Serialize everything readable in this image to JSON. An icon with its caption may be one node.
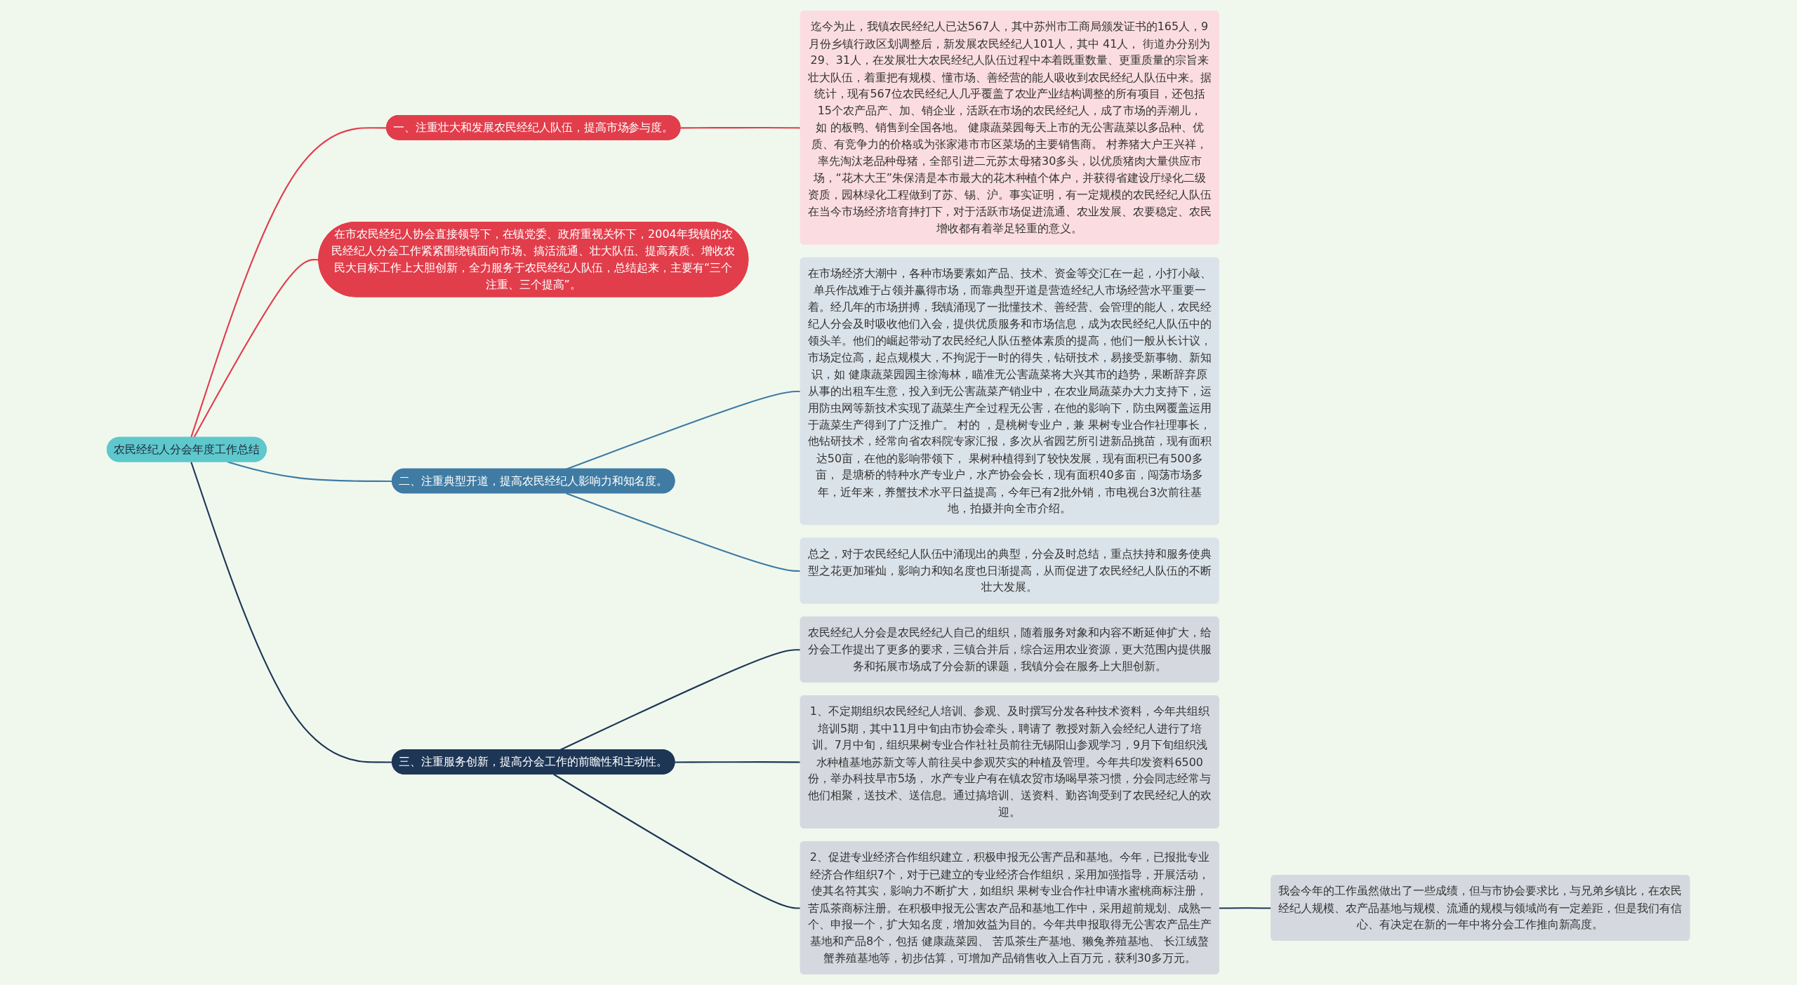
{
  "diagram": {
    "nodes": [
      {
        "text": [
          "农民经纪人分会年度工作总结"
        ]
      },
      {
        "text": [
          "一、注重壮大和发展农民经纪人队伍，提高市场参与度。"
        ]
      },
      {
        "text": [
          "迄今为止，我镇农民经纪人已达567人，其中苏州市工商局颁发证书的165人，9月份乡镇行政区划调整后，新发展农民经纪人101人，其中 41人， 街道办分别为29、31人，在发展壮大农民经纪人队伍过程中本着既重数量、更重质量的宗旨来壮大队伍，着重把有规模、懂市场、善经营的能人吸收到农民经纪人队伍中来。据统计，现有567位农民经纪人几乎覆盖了农业产业结构调整的所有项目，还包括15个农产品产、加、销企业，活跃在市场的农民经纪人，成了市场的弄潮儿，如 的板鸭、销售到全国各地。 健康蔬菜园每天上市的无公害蔬菜以多品种、优质、有竞争力的价格或为张家港市市区菜场的主要销售商。 村养猪大户王兴祥，率先淘汰老品种母猪，全部引进二元苏太母猪30多头，以优质猪肉大量供应市场，“花木大王”朱保清是本市最大的花木种植个体户，并获得省建设厅绿化二级资质，园林绿化工程做到了苏、锡、沪。事实证明，有一定规模的农民经纪人队伍在当今市场经济培育摔打下，对于活跃市场促进流通、农业发展、农要稳定、农民增收都有着举足轻重的意义。"
        ]
      },
      {
        "text": [
          "在市农民经纪人协会直接领导下，在镇党委、政府重视关怀下，2004年我镇的农民经纪人分会工作紧紧围绕镇面向市场、搞活流通、壮大队伍、提高素质、增收农民大目标工作上大胆创新，全力服务于农民经纪人队伍，总结起来，主要有“三个注重、三个提高”。"
        ]
      },
      {
        "text": [
          "二、注重典型开道，提高农民经纪人影响力和知名度。"
        ]
      },
      {
        "text": [
          "在市场经济大潮中，各种市场要素如产品、技术、资金等交汇在一起，小打小敲、单兵作战难于占领并赢得市场，而靠典型开道是营造经纪人市场经营水平重要一着。经几年的市场拼搏，我镇涌现了一批懂技术、善经营、会管理的能人，农民经纪人分会及时吸收他们入会，提供优质服务和市场信息，成为农民经纪人队伍中的领头羊。他们的崛起带动了农民经纪人队伍整体素质的提高，他们一般从长计议，市场定位高，起点规模大，不拘泥于一时的得失，钻研技术，易接受新事物、新知识，如 健康蔬菜园园主徐海林，瞄准无公害蔬菜将大兴其市的趋势，果断辞弃原从事的出租车生意，投入到无公害蔬菜产销业中，在农业局蔬菜办大力支持下，运用防虫网等新技术实现了蔬菜生产全过程无公害，在他的影响下，防虫网覆盖运用于蔬菜生产得到了广泛推广。 村的 ，是桃树专业户，兼 果树专业合作社理事长，他钻研技术，经常向省农科院专家汇报，多次从省园艺所引进新品挑苗，现有面积达50亩，在他的影响带领下， 果树种植得到了较快发展，现有面积已有500多亩， 是塘桥的特种水产专业户，水产协会会长，现有面积40多亩，闯荡市场多年，近年来，养蟹技术水平日益提高，今年已有2批外销，市电视台3次前往基地，拍摄并向全市介绍。"
        ]
      },
      {
        "text": [
          "总之，对于农民经纪人队伍中涌现出的典型，分会及时总结，重点扶持和服务使典型之花更加璀灿，影响力和知名度也日渐提高，从而促进了农民经纪人队伍的不断壮大发展。"
        ]
      },
      {
        "text": [
          "三、注重服务创新，提高分会工作的前瞻性和主动性。"
        ]
      },
      {
        "text": [
          "农民经纪人分会是农民经纪人自己的组织，随着服务对象和内容不断延伸扩大，给分会工作提出了更多的要求，三镇合并后，综合运用农业资源，更大范围内提供服务和拓展市场成了分会新的课题，我镇分会在服务上大胆创新。"
        ]
      },
      {
        "text": [
          "1、不定期组织农民经纪人培训、参观、及时撰写分发各种技术资料，今年共组织培训5期，其中11月中旬由市协会牵头，聘请了 教授对新入会经纪人进行了培训。7月中旬，组织果树专业合作社社员前往无锡阳山参观学习，9月下旬组织浅水种植基地苏新文等人前往吴中参观芡实的种植及管理。今年共印发资料6500份，举办科技早市5场， 水产专业户有在镇农贸市场喝早茶习惯，分会同志经常与他们相聚，送技术、送信息。通过搞培训、送资料、勤咨询受到了农民经纪人的欢迎。"
        ]
      },
      {
        "text": [
          "2、促进专业经济合作组织建立，积极申报无公害产品和基地。今年，已报批专业经济合作组织7个，对于已建立的专业经济合作组织，采用加强指导，开展活动，使其名符其实，影响力不断扩大，如组织 果树专业合作社申请水蜜桃商标注册，苦瓜茶商标注册。在积极申报无公害农产品和基地工作中，采用超前规划、成熟一个、申报一个，扩大知名度，增加效益为目的。今年共申报取得无公害农产品生产基地和产品8个，包括 健康蔬菜园、 苦瓜茶生产基地、獭兔养殖基地、 长江绒螯蟹养殖基地等，初步估算，可增加产品销售收入上百万元，获利30多万元。"
        ]
      },
      {
        "text": [
          "我会今年的工作虽然做出了一些成绩，但与市协会要求比，与兄弟乡镇比，在农民经纪人规模、农产品基地与规模、流通的规模与领域尚有一定差距，但是我们有信心、有决定在新的一年中将分会工作推向新高度。"
        ]
      }
    ],
    "edges": [
      {
        "from": 0,
        "to": 1,
        "arrow": "none",
        "color": "#e23d4b"
      },
      {
        "from": 1,
        "to": 2,
        "arrow": "none",
        "color": "#e23d4b"
      },
      {
        "from": 0,
        "to": 3,
        "arrow": "none",
        "color": "#e23d4b"
      },
      {
        "from": 0,
        "to": 4,
        "arrow": "none",
        "color": "#3f7ba3"
      },
      {
        "from": 4,
        "to": 5,
        "arrow": "none",
        "color": "#3f7ba3"
      },
      {
        "from": 4,
        "to": 6,
        "arrow": "none",
        "color": "#3f7ba3"
      },
      {
        "from": 0,
        "to": 7,
        "arrow": "none"
      },
      {
        "from": 7,
        "to": 8,
        "arrow": "none"
      },
      {
        "from": 7,
        "to": 9,
        "arrow": "none"
      },
      {
        "from": 7,
        "to": 10,
        "arrow": "none"
      },
      {
        "from": 10,
        "to": 11,
        "arrow": "none"
      }
    ]
  }
}
